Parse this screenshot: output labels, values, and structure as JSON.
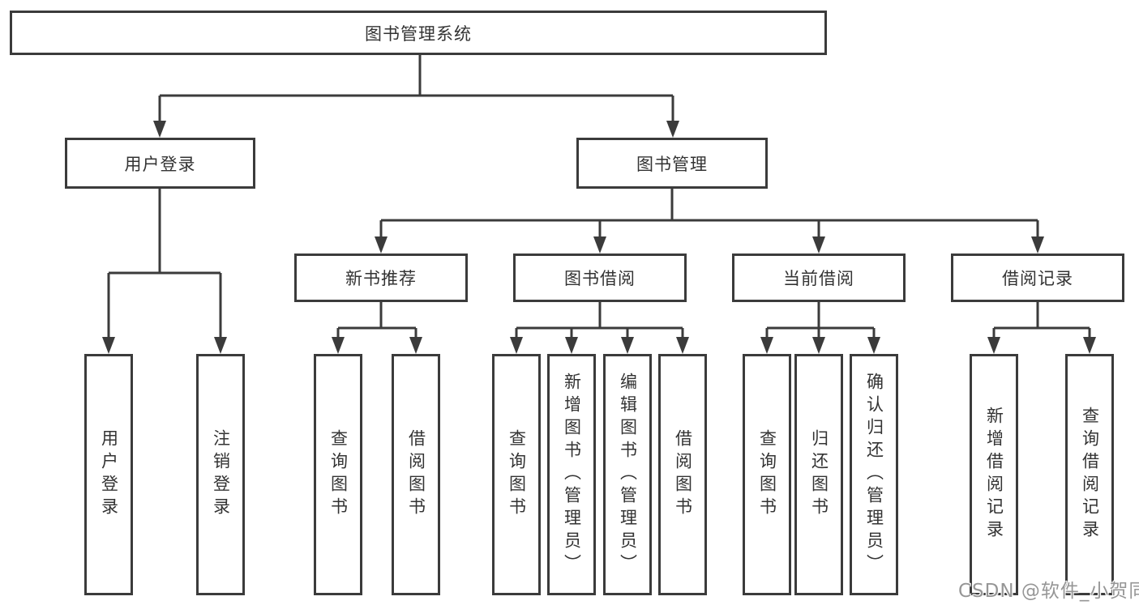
{
  "colors": {
    "line": "#3b3b3b",
    "box_border": "#3b3b3b",
    "text": "#333333",
    "watermark": "#969696",
    "background": "#ffffff"
  },
  "tree": {
    "root": "图书管理系统",
    "children": [
      {
        "label": "用户登录",
        "children": [
          "用户登录",
          "注销登录"
        ]
      },
      {
        "label": "图书管理",
        "children": [
          {
            "label": "新书推荐",
            "children": [
              "查询图书",
              "借阅图书"
            ]
          },
          {
            "label": "图书借阅",
            "children": [
              "查询图书",
              "新增图书（管理员）",
              "编辑图书（管理员）",
              "借阅图书"
            ]
          },
          {
            "label": "当前借阅",
            "children": [
              "查询图书",
              "归还图书",
              "确认归还（管理员）"
            ]
          },
          {
            "label": "借阅记录",
            "children": [
              "新增借阅记录",
              "查询借阅记录"
            ]
          }
        ]
      }
    ]
  },
  "watermark": "CSDN @软件_小贺同学"
}
